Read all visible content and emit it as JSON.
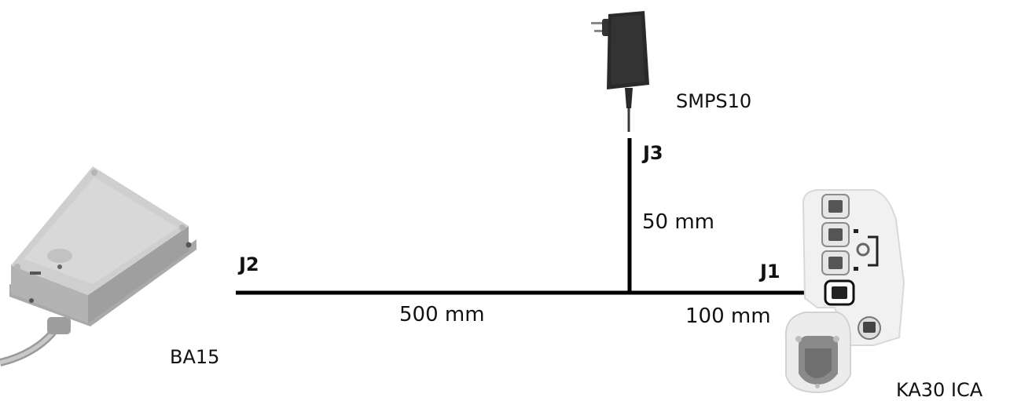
{
  "diagram": {
    "junctions": {
      "j1": "J1",
      "j2": "J2",
      "j3": "J3"
    },
    "lengths": {
      "j2_segment": "500 mm",
      "j1_segment": "100 mm",
      "j3_segment": "50 mm"
    },
    "devices": {
      "battery_box": "BA15",
      "power_supply": "SMPS10",
      "control_unit": "KA30 ICA"
    },
    "colors": {
      "cable": "#000000",
      "device_gray": "#bdbdbd",
      "adapter_black": "#2a2a2a",
      "control_white": "#f2f2f2"
    }
  }
}
